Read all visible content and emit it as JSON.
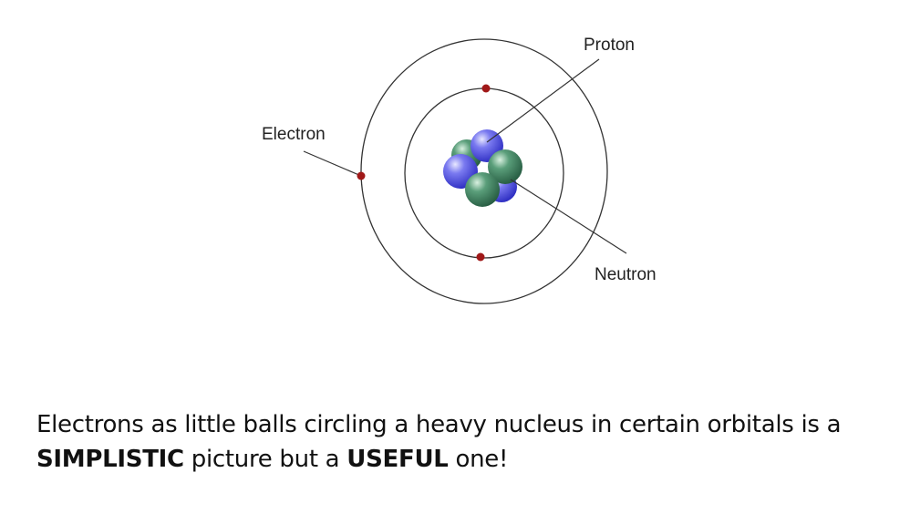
{
  "diagram": {
    "labels": {
      "proton": "Proton",
      "electron": "Electron",
      "neutron": "Neutron"
    },
    "colors": {
      "proton": "#5a5ae6",
      "neutron": "#3e8a66",
      "electron": "#a01818",
      "orbit": "#333333"
    }
  },
  "caption": {
    "line1": "Electrons as little balls circling a heavy nucleus in certain orbitals is a",
    "bold1": "SIMPLISTIC",
    "mid": " picture but a ",
    "bold2": "USEFUL",
    "end": " one!"
  }
}
